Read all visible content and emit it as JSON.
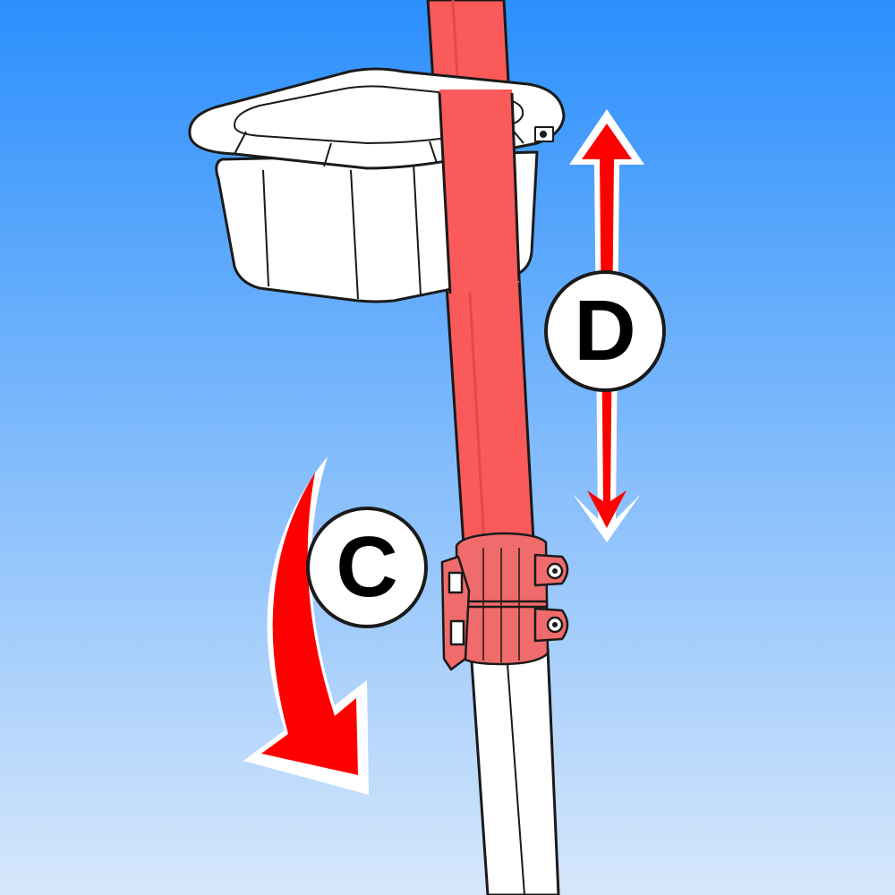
{
  "colors": {
    "sky_top": "#2b8ffd",
    "sky_bottom": "#d6e7fb",
    "pole_red": "#fa5a5a",
    "pole_outline": "#1a1a1a",
    "arrow_red": "#ff0000",
    "clamp_red": "#f06b6b",
    "lower_pole": "#ffffff",
    "basket_fill": "#ffffff",
    "badge_fill": "#ffffff",
    "badge_text": "#000000"
  },
  "callouts": {
    "rotate": {
      "label": "C",
      "icon": "curved-rotate-arrow-icon"
    },
    "adjust": {
      "label": "D",
      "icon": "double-vertical-arrow-icon"
    }
  },
  "parts": {
    "upper_pole": "extension-pole",
    "lower_pole": "base-pole",
    "clamp": "twist-lock-clamp",
    "basket": "accessory-tray"
  }
}
